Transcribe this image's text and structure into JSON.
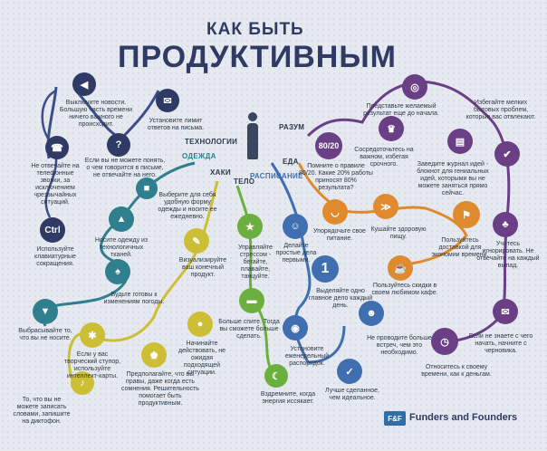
{
  "title": {
    "line1": "КАК БЫТЬ",
    "line2": "ПРОДУКТИВНЫМ"
  },
  "sections": {
    "tech": "ТЕХНОЛОГИИ",
    "clothes": "ОДЕЖДА",
    "hacks": "ХАКИ",
    "body": "ТЕЛО",
    "schedule": "РАСПИСАНИЕ",
    "food": "ЕДА",
    "mind": "РАЗУМ"
  },
  "tips": {
    "notif": "Выключите новости. Большую часть времени ничего важного не происходит.",
    "limit": "Установите лимит ответов на письма.",
    "email": "Если вы не можете понять, о чем говорится в письме, не отвечайте на него.",
    "phone": "Не отвечайте на телефонные звонки, за исключением чрезвычайных ситуаций.",
    "ctrl": "Используйте клавиатурные сокращения.",
    "outfit": "Выберите для себя удобную форму одежды и носите ее ежедневно.",
    "fabric": "Носите одежду из технологичных тканей.",
    "weather": "Будьте готовы к изменениям погоды.",
    "layout": "Выбрасывайте то, что вы не носите.",
    "mindmap": "Если у вас творческий ступор, используйте интеллект-карты.",
    "dictaphone": "То, что вы не можете записать словами, запишите на диктофон.",
    "visual": "Визуализируйте ваш конечный продукт.",
    "start": "Начинайте действовать, не ожидая подходящей ситуации.",
    "assume": "Предполагайте, что вы правы, даже когда есть сомнения. Решительность помогает быть продуктивным.",
    "manage": "Управляйте стрессом - бегайте, плавайте, танцуйте.",
    "first": "Делайте простые дела первыми.",
    "sleep": "Больше спите. Тогда вы сможете больше сделать.",
    "nap": "Вздремните, когда энергия иссякает.",
    "priority": "Выделяйте одно главное дело каждый день.",
    "weekly": "Установите еженедельный распорядок.",
    "meetings": "Не проводите больше встреч, чем это необходимо.",
    "done": "Лучше сделанное, чем идеальное.",
    "diet": "Упорядочьте свое питание.",
    "fish": "Кушайте здоровую пищу.",
    "delivery": "Пользуйтесь доставкой для экономии времени.",
    "discount": "Пользуйтесь скидки в своем любимом кафе.",
    "pareto": "Помните о правиле 80/20. Какие 20% работы приносят 80% результата?",
    "focus": "Сосредоточьтесь на важном, избегая срочного.",
    "result": "Представьте желаемый результат еще до начала.",
    "journal": "Заведите журнал идей - блокнот для гениальных идей, которыми вы не можете заняться прямо сейчас.",
    "distract": "Избегайте мелких бытовых проблем, которые вас отвлекают.",
    "ignore": "Учитесь игнорировать. Не отвечайте на каждый выпад.",
    "draft": "Если не знаете с чего начать, начните с черновика.",
    "money": "Относитесь к своему времени, как к деньгам."
  },
  "icon_labels": {
    "ctrl": "Ctrl",
    "pareto": "80/20",
    "one": "1"
  },
  "brand": {
    "logo": "F&F",
    "name": "Funders and Founders"
  },
  "colors": {
    "blue": "#3f5f9a",
    "teal": "#2f7f8f",
    "yellow": "#d2c43a",
    "green": "#6bb03e",
    "orange": "#e08a2e",
    "purple": "#6a3f86",
    "dark": "#2f3b64"
  }
}
